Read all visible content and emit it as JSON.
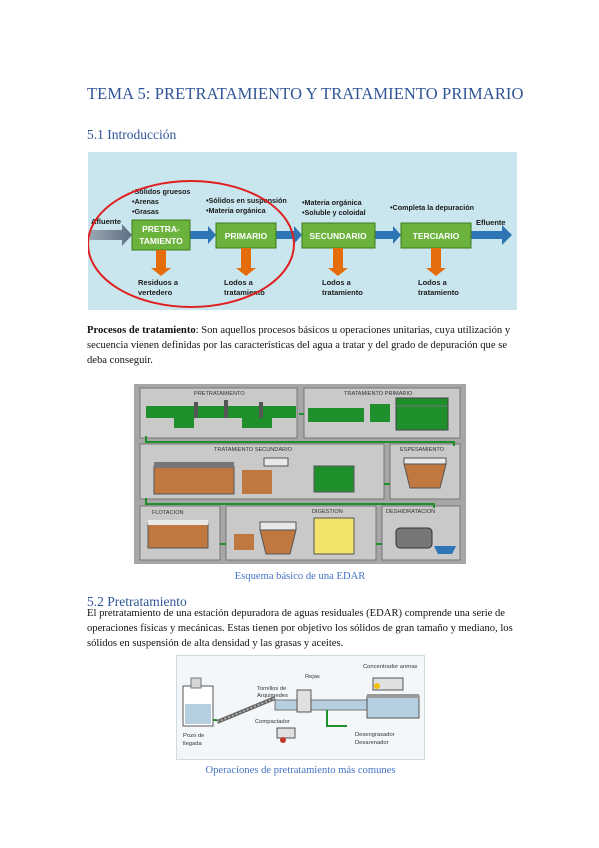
{
  "title": "TEMA 5: PRETRATAMIENTO Y TRATAMIENTO PRIMARIO",
  "sec1": {
    "heading": "5.1 Introducción"
  },
  "fig1": {
    "afluente": "Afluente",
    "efluente": "Efluente",
    "stages": [
      {
        "line1": "PRETRA-",
        "line2": "TAMIENTO",
        "out1": "Residuos a",
        "out2": "vertedero"
      },
      {
        "line1": "PRIMARIO",
        "line2": "",
        "out1": "Lodos a",
        "out2": "tratamiento"
      },
      {
        "line1": "SECUNDARIO",
        "line2": "",
        "out1": "Lodos a",
        "out2": "tratamiento"
      },
      {
        "line1": "TERCIARIO",
        "line2": "",
        "out1": "Lodos a",
        "out2": "tratamiento"
      }
    ],
    "notes": [
      [
        "•Sólidos gruesos",
        "•Arenas",
        "•Grasas"
      ],
      [
        "•Sólidos en suspensión",
        "•Materia orgánica"
      ],
      [
        "•Materia orgánica",
        "•Soluble y coloidal"
      ],
      [
        "•Completa la depuración"
      ]
    ],
    "colors": {
      "bg": "#c9e6ee",
      "box": "#6bb33c",
      "arrow": "#2e75b6",
      "down": "#e46c0a",
      "ellipse": "#e02020"
    }
  },
  "para1": {
    "bold": "Procesos de tratamiento",
    "text": ": Son aquellos procesos básicos u operaciones unitarias, cuya utilización y secuencia vienen definidas por las características del agua a tratar y del grado de depuración que se deba conseguir."
  },
  "fig2": {
    "labels": {
      "pretratamiento": "PRETRATAMIENTO",
      "tratamiento_primario": "TRATAMIENTO PRIMARIO",
      "tratamiento_secundario": "TRATAMIENTO SECUNDARIO",
      "espesamiento": "ESPESAMIENTO",
      "flotacion": "FLOTACION",
      "digestion": "DIGESTION",
      "deshidratacion": "DESHIDRATACION"
    },
    "caption": "Esquema básico de una EDAR"
  },
  "sec2": {
    "heading": "5.2 Pretratamiento"
  },
  "para2": {
    "text": "El pretratamiento de una estación depuradora de aguas residuales (EDAR) comprende una serie de operaciones físicas y mecánicas. Estas tienen por objetivo los sólidos de gran tamaño y mediano, los sólidos en suspensión de alta densidad y las grasas y aceites."
  },
  "fig3": {
    "labels": {
      "tornillos1": "Tornillos de",
      "tornillos2": "Arquimedes",
      "rejas": "Rejas",
      "concentrador": "Concentrador arenas",
      "pozo1": "Pozo de",
      "pozo2": "llegada",
      "compactador": "Compactador",
      "desengrasador1": "Desengrasador",
      "desengrasador2": "Desarenador"
    },
    "caption": "Operaciones de pretratamiento más comunes"
  }
}
